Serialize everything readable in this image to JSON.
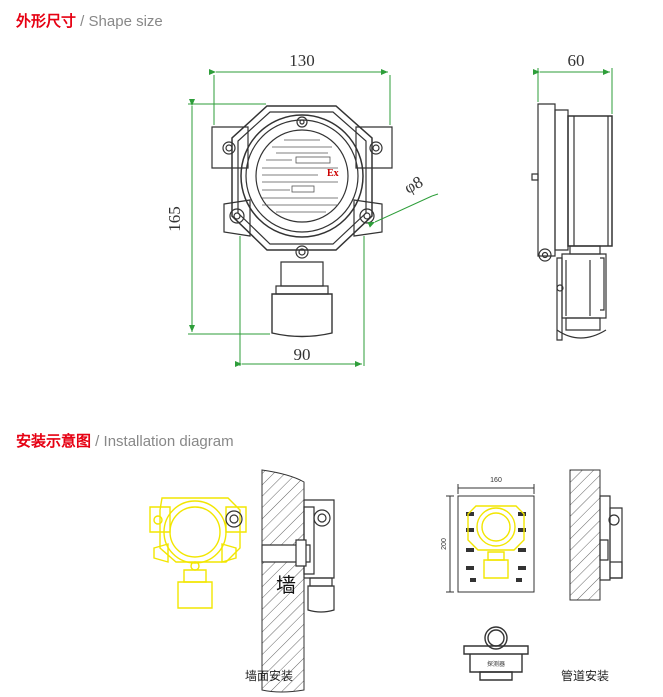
{
  "shape_size": {
    "title_cn": "外形尺寸",
    "separator": " / ",
    "title_en": "Shape size",
    "dim_width": "130",
    "dim_depth": "60",
    "dim_height": "165",
    "dim_bottom": "90",
    "dim_hole": "φ8",
    "label_ex": "Ex"
  },
  "install": {
    "title_cn": "安装示意图",
    "separator": " / ",
    "title_en": "Installation diagram",
    "wall_char": "墙",
    "caption_wall": "墙面安装",
    "caption_pipe": "管道安装",
    "dim_160": "160",
    "dim_200": "200",
    "label_probe": "探测器"
  },
  "colors": {
    "title_red": "#e60012",
    "dim_green": "#2e9e3a",
    "highlight_yellow": "#f2e600",
    "line_dark": "#333333"
  }
}
